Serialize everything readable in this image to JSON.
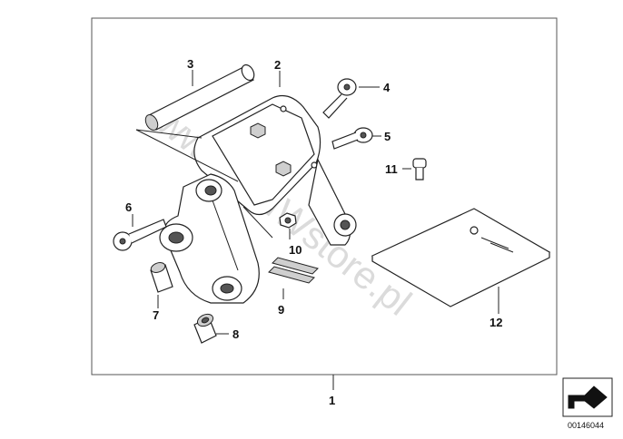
{
  "diagram": {
    "main_part_number": "1",
    "callouts": [
      {
        "id": "2",
        "label": "2"
      },
      {
        "id": "3",
        "label": "3"
      },
      {
        "id": "4",
        "label": "4"
      },
      {
        "id": "5",
        "label": "5"
      },
      {
        "id": "6",
        "label": "6"
      },
      {
        "id": "7",
        "label": "7"
      },
      {
        "id": "8",
        "label": "8"
      },
      {
        "id": "9",
        "label": "9"
      },
      {
        "id": "10",
        "label": "10"
      },
      {
        "id": "11",
        "label": "11"
      },
      {
        "id": "12",
        "label": "12"
      }
    ],
    "watermark": "www.BMWstore.pl",
    "image_code": "00146044"
  }
}
